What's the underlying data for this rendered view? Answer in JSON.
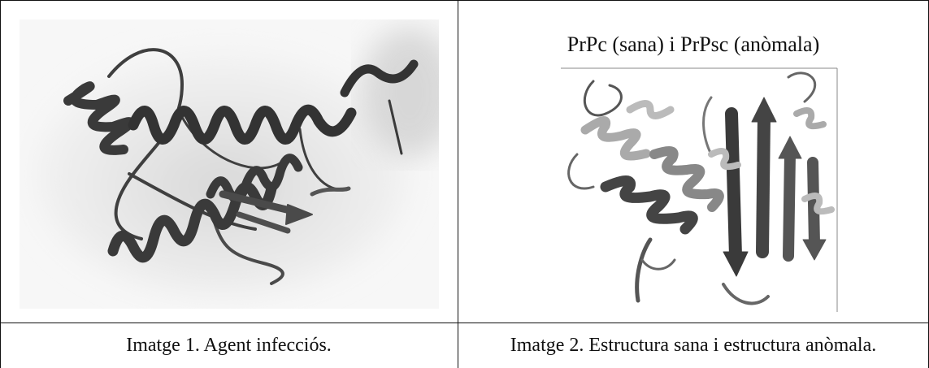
{
  "figure1": {
    "caption": "Imatge 1. Agent infecciós."
  },
  "figure2": {
    "title": "PrPc (sana) i PrPsc (anòmala)",
    "caption": "Imatge 2. Estructura sana i estructura anòmala."
  }
}
